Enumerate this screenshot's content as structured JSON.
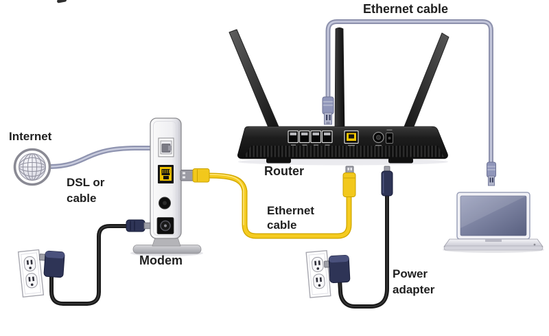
{
  "diagram": {
    "labels": {
      "internet": "Internet",
      "dsl": {
        "line1": "DSL or",
        "line2": "cable"
      },
      "modem": "Modem",
      "router": "Router",
      "ethernet_top": "Ethernet cable",
      "ethernet_mid": {
        "line1": "Ethernet",
        "line2": "cable"
      },
      "power_adapter": {
        "line1": "Power",
        "line2": "adapter"
      }
    },
    "icons": [
      {
        "name": "internet-globe-icon",
        "shape": "globe-with-grid"
      },
      {
        "name": "modem-device",
        "shape": "vertical-modem-on-stand"
      },
      {
        "name": "router-device",
        "shape": "router-with-3-antennas"
      },
      {
        "name": "laptop-device",
        "shape": "laptop"
      },
      {
        "name": "wall-outlet-left",
        "shape": "duplex-wall-outlet"
      },
      {
        "name": "wall-outlet-middle",
        "shape": "duplex-wall-outlet"
      },
      {
        "name": "power-adapter-left",
        "shape": "ac-power-adapter"
      },
      {
        "name": "power-adapter-middle",
        "shape": "ac-power-adapter"
      }
    ],
    "colors": {
      "background": "#ffffff",
      "label_text": "#1f1f1f",
      "ethernet_cable": "#8f93ae",
      "ethernet_cable_highlight": "#c7cade",
      "yellow_cable": "#f5cb20",
      "yellow_cable_edge": "#d2a800",
      "power_cable": "#191919",
      "adapter_body": "#2e3456",
      "device_black": "#1c1c1c",
      "modem_body": "#f2f2f5",
      "laptop_screen": "#6e7494",
      "port_yellow": "#f2c400"
    }
  }
}
